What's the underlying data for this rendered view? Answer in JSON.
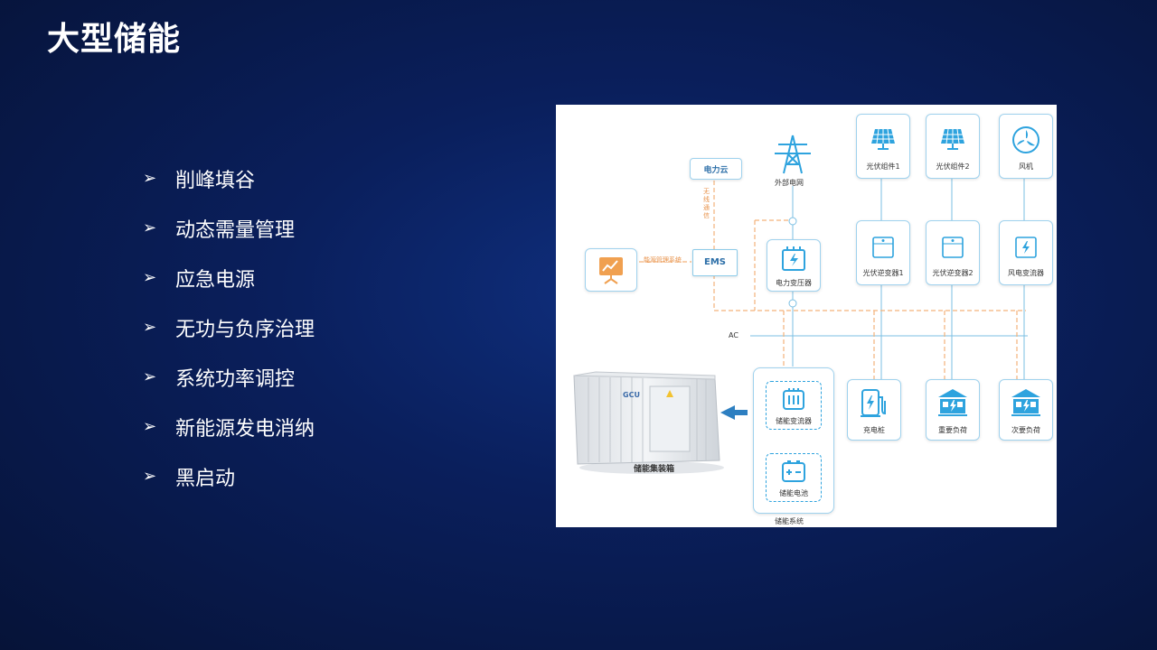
{
  "slide": {
    "title": "大型储能"
  },
  "bullets": [
    "削峰填谷",
    "动态需量管理",
    "应急电源",
    "无功与负序治理",
    "系统功率调控",
    "新能源发电消纳",
    "黑启动"
  ],
  "diagram": {
    "cloud": "电力云",
    "wireless": "无线通信",
    "grid": "外部电网",
    "ems": "EMS",
    "ems_link": "能源管理系统",
    "transformer": "电力变压器",
    "pv1": "光伏组件1",
    "pv2": "光伏组件2",
    "wind": "风机",
    "inv1": "光伏逆变器1",
    "inv2": "光伏逆变器2",
    "wind_conv": "风电变流器",
    "ac": "AC",
    "charger": "充电桩",
    "load_important": "重要负荷",
    "load_secondary": "次要负荷",
    "pcs": "储能变流器",
    "battery": "储能电池",
    "storage_system": "储能系统",
    "container": "储能集装箱",
    "container_brand": "GCU"
  },
  "colors": {
    "accent": "#2ea3de",
    "orange": "#f0a050",
    "dashed": "#f3b27a",
    "line": "#7bbfe3"
  }
}
